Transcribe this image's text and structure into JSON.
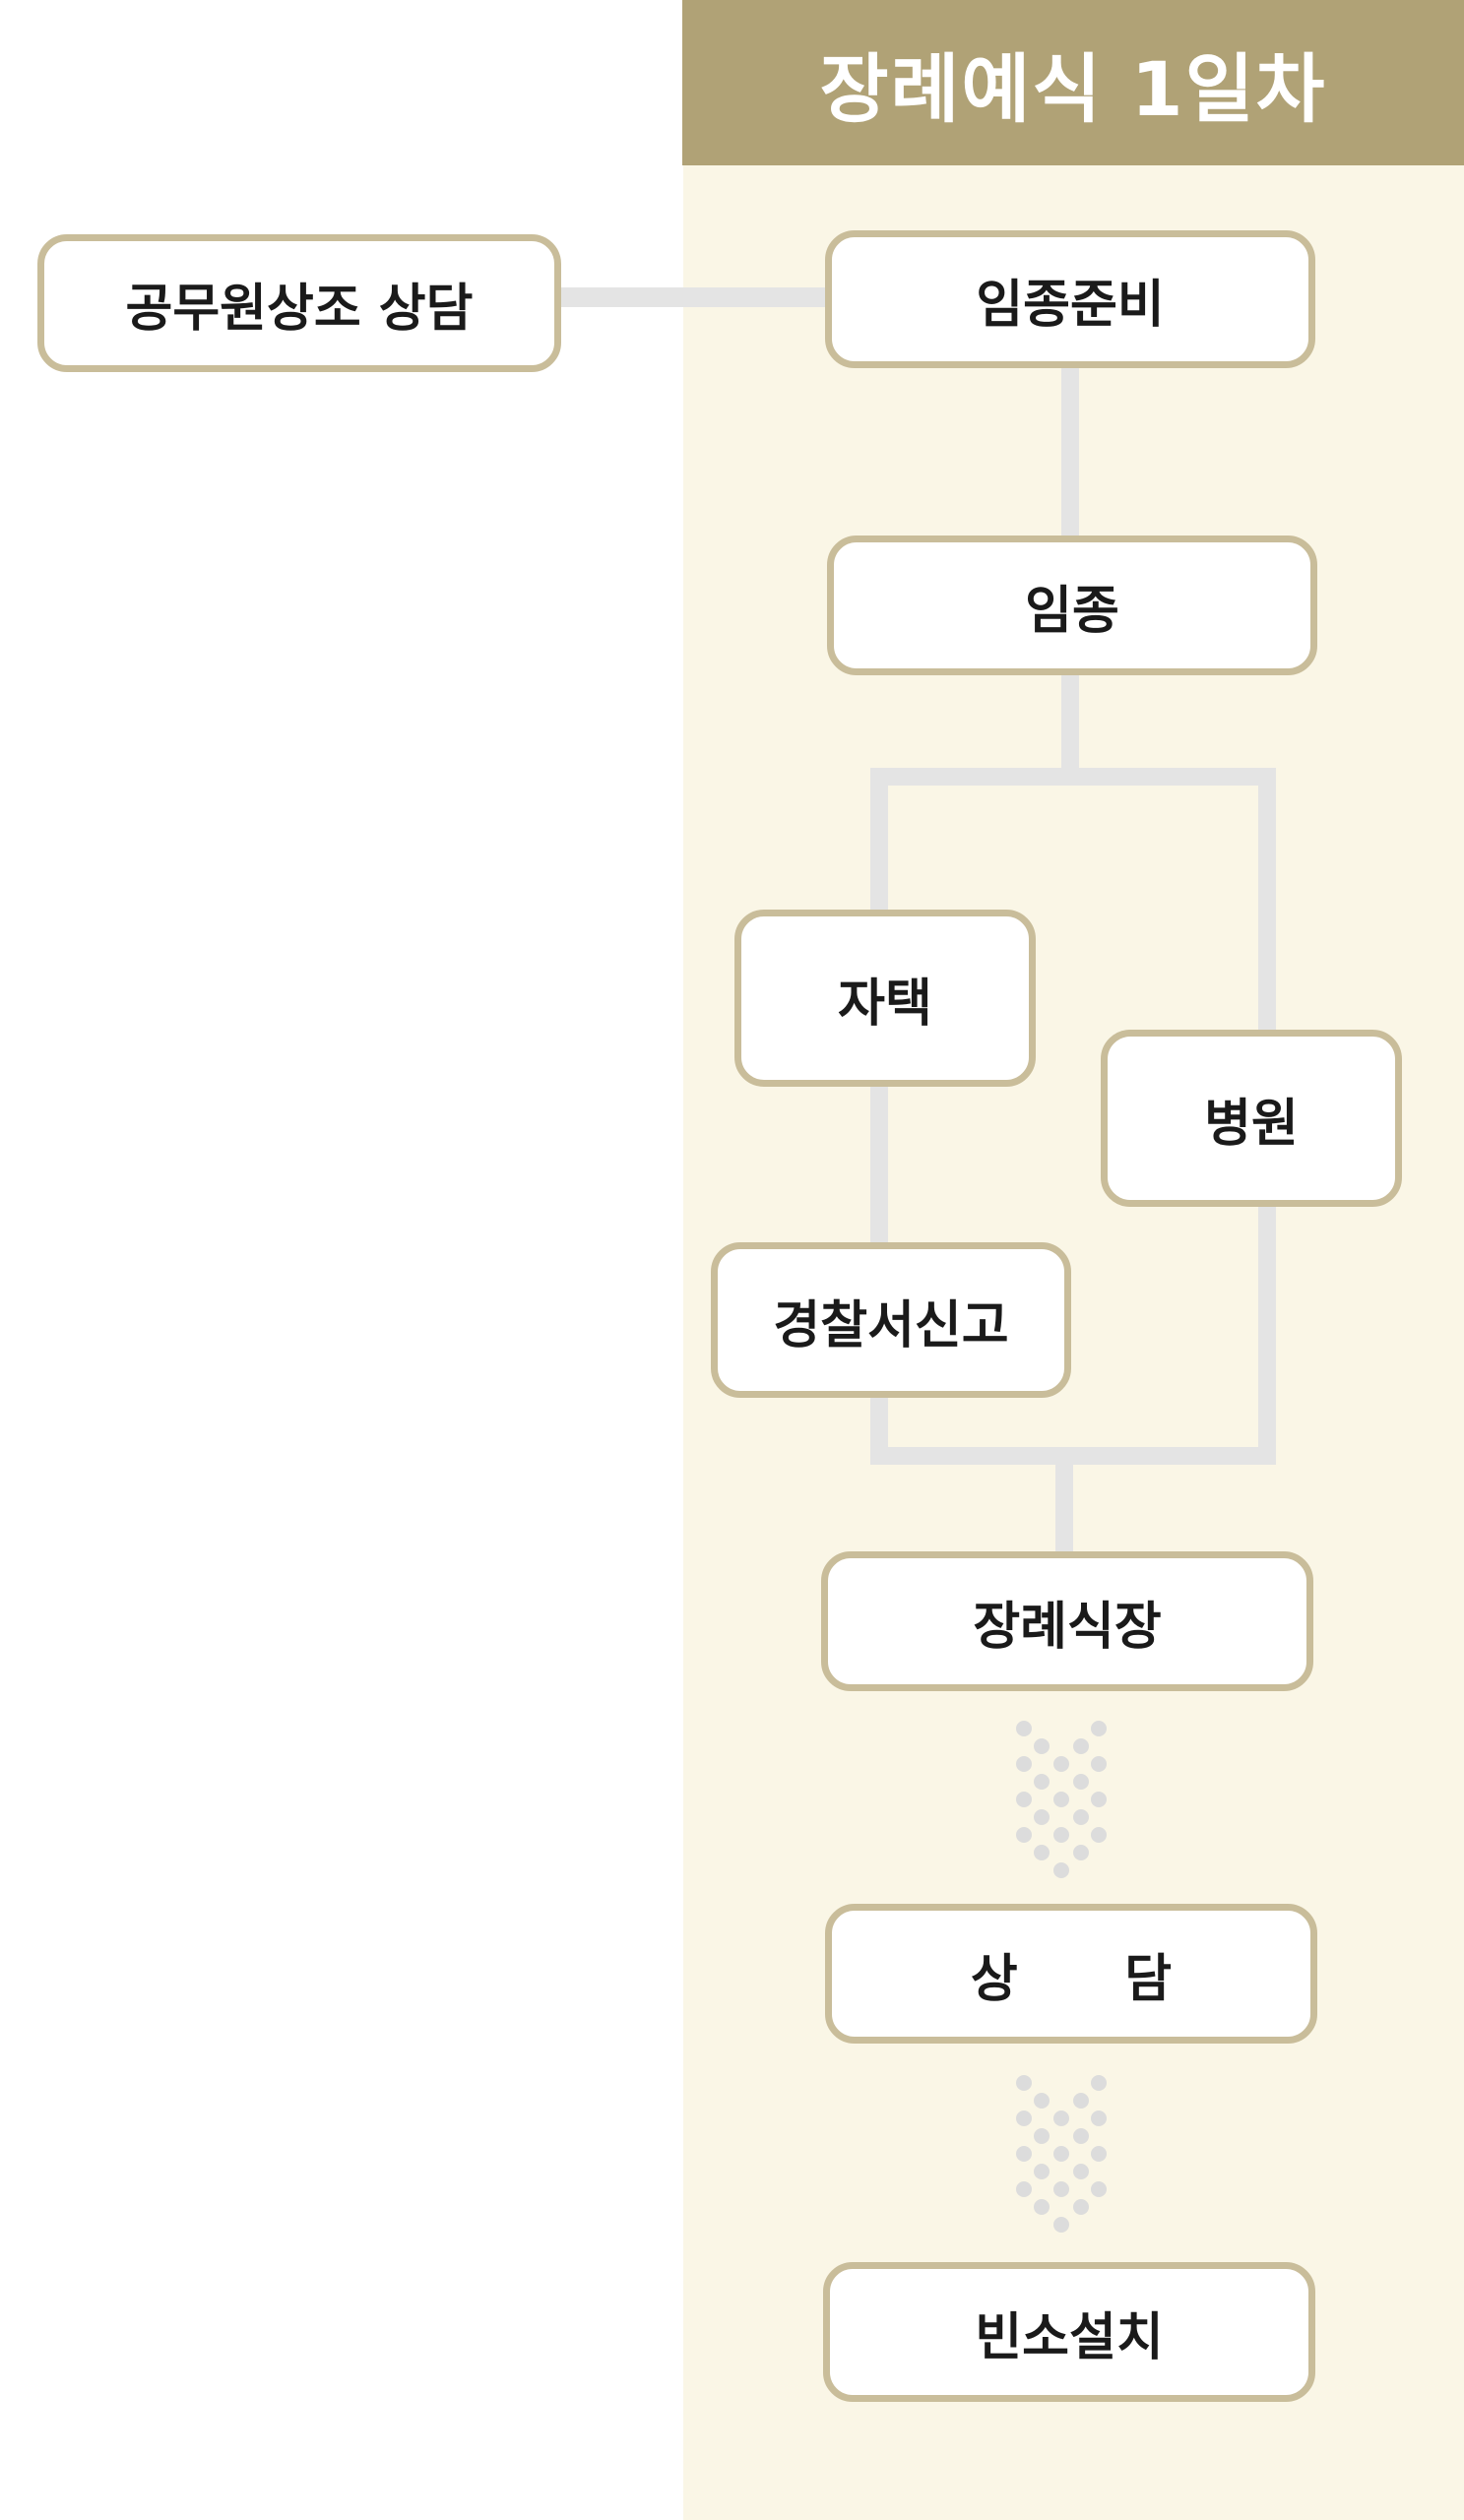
{
  "header": {
    "title": "장례예식 1일차"
  },
  "nodes": {
    "consult_gov": "공무원상조 상담",
    "prep": "임종준비",
    "death": "임종",
    "home": "자택",
    "hospital": "병원",
    "police": "경찰서신고",
    "funeral_hall": "장례식장",
    "consult": "상      담",
    "altar": "빈소설치"
  },
  "colors": {
    "header_bg": "#b0a276",
    "panel_bg": "#faf6e6",
    "node_border": "#c9bd9a",
    "connector": "#e4e4e4",
    "dots": "#dcdcdc"
  }
}
